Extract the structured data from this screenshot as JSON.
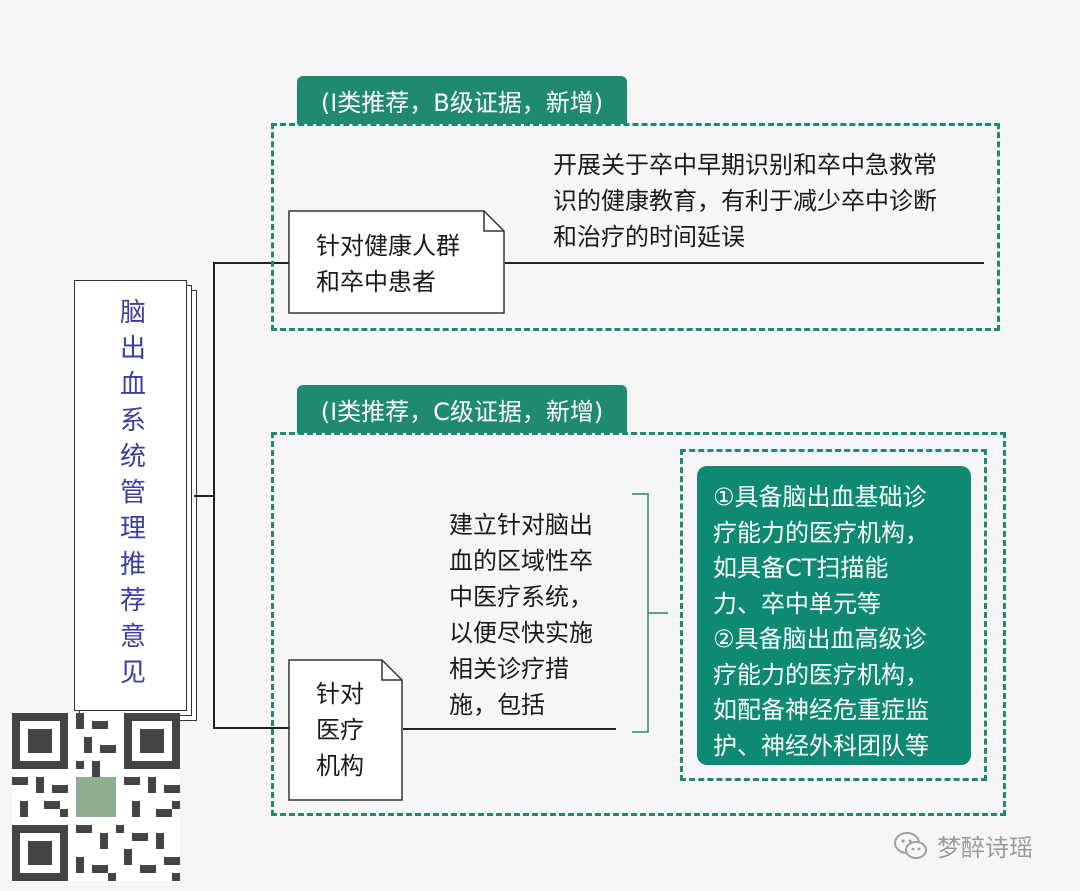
{
  "title": "脑出血系统管理推荐意见",
  "section1": {
    "tag": "(I类推荐，B级证据，新增)",
    "target": [
      "针对健康人群",
      "和卒中患者"
    ],
    "text": [
      "开展关于卒中早期识别和卒中急救常",
      "识的健康教育，有利于减少卒中诊断",
      "和治疗的时间延误"
    ]
  },
  "section2": {
    "tag": "(I类推荐，C级证据，新增)",
    "target": [
      "针对",
      "医疗",
      "机构"
    ],
    "text": [
      "建立针对脑出",
      "血的区域性卒",
      "中医疗系统，",
      "以便尽快实施",
      "相关诊疗措",
      "施，包括"
    ],
    "criteria": [
      "①具备脑出血基础诊",
      "疗能力的医疗机构，",
      "如具备CT扫描能",
      "力、卒中单元等",
      "②具备脑出血高级诊",
      "疗能力的医疗机构，",
      "如配备神经危重症监",
      "护、神经外科团队等"
    ]
  },
  "watermark": "梦醉诗瑶",
  "colors": {
    "accent": "#1f8a70",
    "panel": "#0f8a72",
    "title": "#3a3fa0"
  }
}
